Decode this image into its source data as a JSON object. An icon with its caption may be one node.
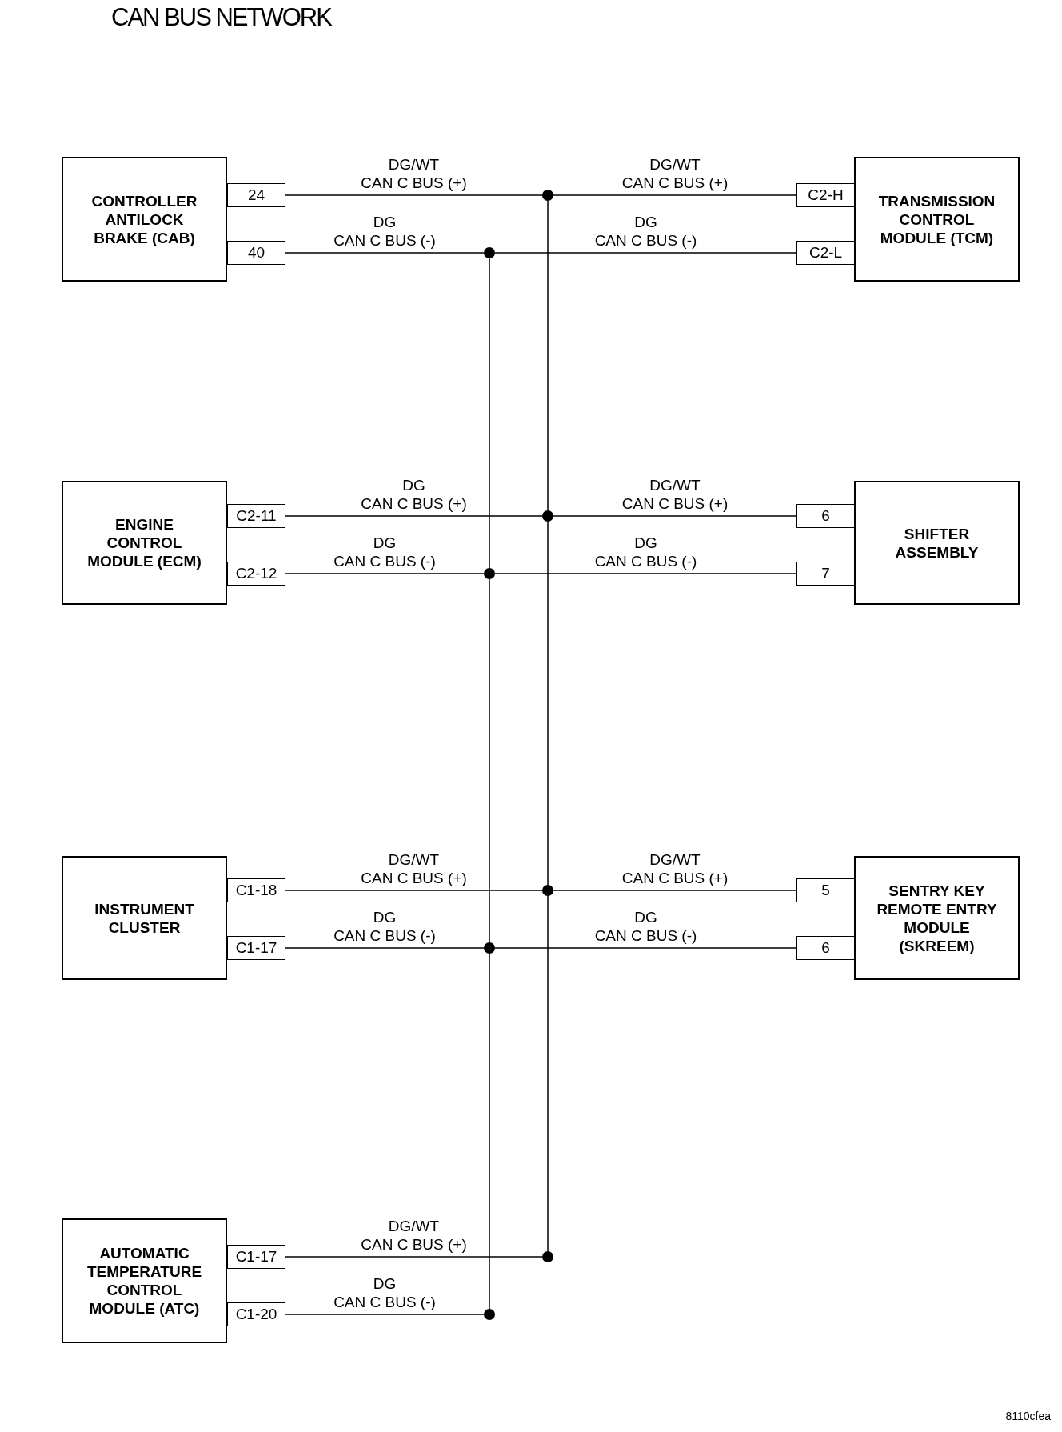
{
  "diagram": {
    "title": "CAN BUS NETWORK",
    "nodes": [
      {
        "text": [
          "CONTROLLER ANTILOCK BRAKE (CAB)"
        ]
      },
      {
        "text": [
          "24"
        ]
      },
      {
        "text": [
          "40"
        ]
      },
      {
        "text": [
          "TRANSMISSION CONTROL MODULE (TCM)"
        ]
      },
      {
        "text": [
          "C2-H"
        ]
      },
      {
        "text": [
          "C2-L"
        ]
      },
      {
        "text": [
          "ENGINE CONTROL MODULE (ECM)"
        ]
      },
      {
        "text": [
          "C2-11"
        ]
      },
      {
        "text": [
          "C2-12"
        ]
      },
      {
        "text": [
          "SHIFTER ASSEMBLY"
        ]
      },
      {
        "text": [
          "6"
        ]
      },
      {
        "text": [
          "7"
        ]
      },
      {
        "text": [
          "INSTRUMENT CLUSTER"
        ]
      },
      {
        "text": [
          "C1-18"
        ]
      },
      {
        "text": [
          "C1-17"
        ]
      },
      {
        "text": [
          "SENTRY KEY REMOTE ENTRY MODULE (SKREEM)"
        ]
      },
      {
        "text": [
          "5"
        ]
      },
      {
        "text": [
          "6"
        ]
      },
      {
        "text": [
          "AUTOMATIC TEMPERATURE CONTROL MODULE (ATC)"
        ]
      },
      {
        "text": [
          "C1-17"
        ]
      },
      {
        "text": [
          "C1-20"
        ]
      },
      {
        "text": [],
        "shape": "circle"
      },
      {
        "text": [],
        "shape": "circle"
      },
      {
        "text": [],
        "shape": "circle"
      },
      {
        "text": [],
        "shape": "circle"
      },
      {
        "text": [],
        "shape": "circle"
      },
      {
        "text": [],
        "shape": "circle"
      },
      {
        "text": [],
        "shape": "circle"
      },
      {
        "text": [],
        "shape": "circle"
      }
    ],
    "edges": [
      {
        "from": 1,
        "to": 21,
        "arrow": "none",
        "label": "DG/WT CAN C BUS (+)"
      },
      {
        "from": 21,
        "to": 4,
        "arrow": "none",
        "label": "DG/WT CAN C BUS (+)"
      },
      {
        "from": 2,
        "to": 22,
        "arrow": "none",
        "label": "DG CAN C BUS (-)"
      },
      {
        "from": 22,
        "to": 5,
        "arrow": "none",
        "label": "DG CAN C BUS (-)"
      },
      {
        "from": 7,
        "to": 23,
        "arrow": "none",
        "label": "DG CAN C BUS (+)"
      },
      {
        "from": 23,
        "to": 10,
        "arrow": "none",
        "label": "DG/WT CAN C BUS (+)"
      },
      {
        "from": 8,
        "to": 24,
        "arrow": "none",
        "label": "DG CAN C BUS (-)"
      },
      {
        "from": 24,
        "to": 11,
        "arrow": "none",
        "label": "DG CAN C BUS (-)"
      },
      {
        "from": 13,
        "to": 25,
        "arrow": "none",
        "label": "DG/WT CAN C BUS (+)"
      },
      {
        "from": 25,
        "to": 16,
        "arrow": "none",
        "label": "DG/WT CAN C BUS (+)"
      },
      {
        "from": 14,
        "to": 26,
        "arrow": "none",
        "label": "DG CAN C BUS (-)"
      },
      {
        "from": 26,
        "to": 17,
        "arrow": "none",
        "label": "DG CAN C BUS (-)"
      },
      {
        "from": 19,
        "to": 27,
        "arrow": "none",
        "label": "DG/WT CAN C BUS (+)"
      },
      {
        "from": 20,
        "to": 28,
        "arrow": "none",
        "label": "DG CAN C BUS (-)"
      },
      {
        "from": 21,
        "to": 23,
        "arrow": "none"
      },
      {
        "from": 23,
        "to": 25,
        "arrow": "none"
      },
      {
        "from": 25,
        "to": 27,
        "arrow": "none"
      },
      {
        "from": 22,
        "to": 24,
        "arrow": "none"
      },
      {
        "from": 24,
        "to": 26,
        "arrow": "none"
      },
      {
        "from": 26,
        "to": 28,
        "arrow": "none"
      }
    ],
    "labels": [
      "8110cfea"
    ]
  }
}
